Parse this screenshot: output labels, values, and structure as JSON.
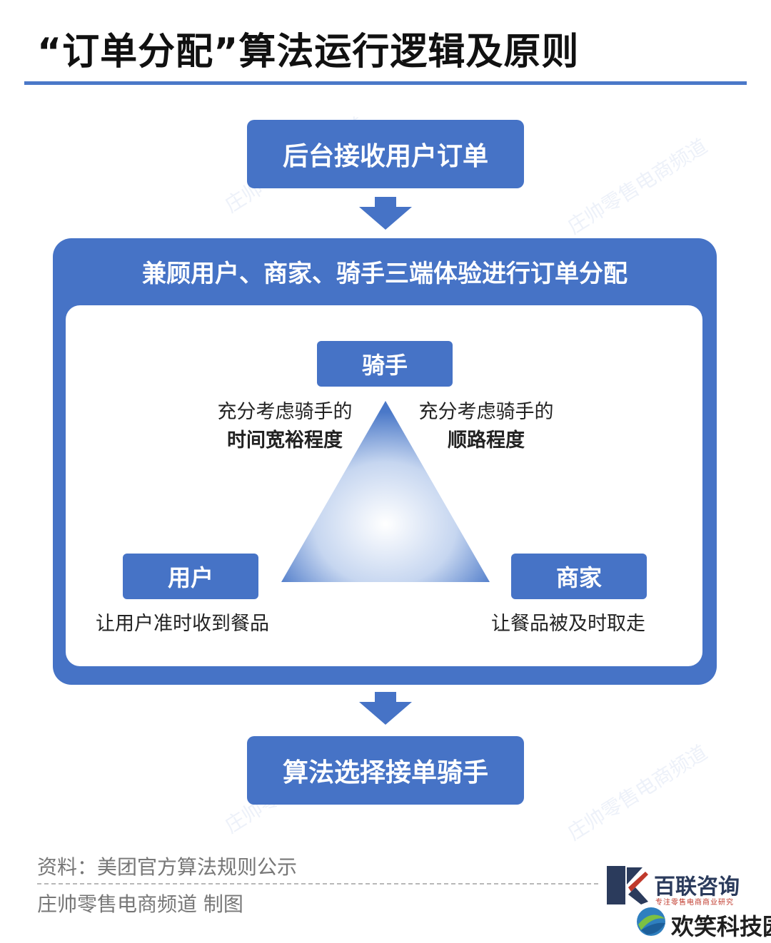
{
  "title": "“订单分配”算法运行逻辑及原则",
  "steps": {
    "top": "后台接收用户订单",
    "bottom": "算法选择接单骑手"
  },
  "frame": {
    "title": "兼顾用户、商家、骑手三端体验进行订单分配",
    "roles": {
      "rider": "骑手",
      "user": "用户",
      "merchant": "商家"
    },
    "notes": {
      "left_line1": "充分考虑骑手的",
      "left_line2": "时间宽裕程度",
      "right_line1": "充分考虑骑手的",
      "right_line2": "顺路程度"
    },
    "captions": {
      "user": "让用户准时收到餐品",
      "merchant": "让餐品被及时取走"
    }
  },
  "watermark": "庄帅零售电商频道",
  "footer": {
    "source": "资料：美团官方算法规则公示",
    "credit": "庄帅零售电商频道 制图"
  },
  "logos": {
    "brand1_name": "百联咨询",
    "brand1_tagline": "专注零售电商商业研究",
    "brand2_name": "欢笑科技园"
  },
  "colors": {
    "accent": "#4673c6",
    "title_rule": "#4a78c8"
  }
}
